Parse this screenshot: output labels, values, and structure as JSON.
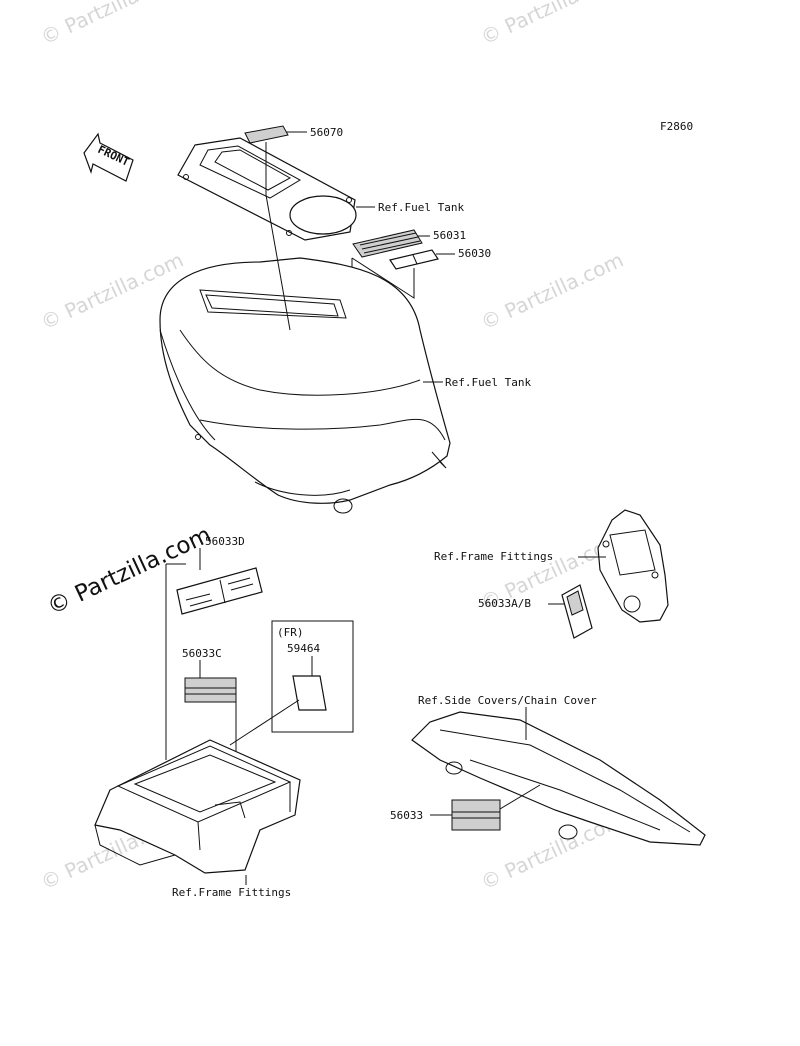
{
  "diagram_code": "F2860",
  "watermarks": {
    "small": "© Partzilla.com",
    "large": "© Partzilla.com"
  },
  "front_arrow": "FRONT",
  "labels": {
    "p56070": "56070",
    "ref_fuel_tank_top": "Ref.Fuel Tank",
    "p56031": "56031",
    "p56030": "56030",
    "ref_fuel_tank_mid": "Ref.Fuel Tank",
    "p56033d": "56033D",
    "ref_frame_fittings_right": "Ref.Frame Fittings",
    "p56033ab": "56033A/B",
    "fr_note": "(FR)",
    "p59464": "59464",
    "p56033c": "56033C",
    "ref_side_covers": "Ref.Side Covers/Chain Cover",
    "p56033": "56033",
    "ref_frame_fittings_bottom": "Ref.Frame Fittings"
  },
  "colors": {
    "line": "#111111",
    "watermark": "#d6d6d6",
    "background": "#ffffff"
  }
}
